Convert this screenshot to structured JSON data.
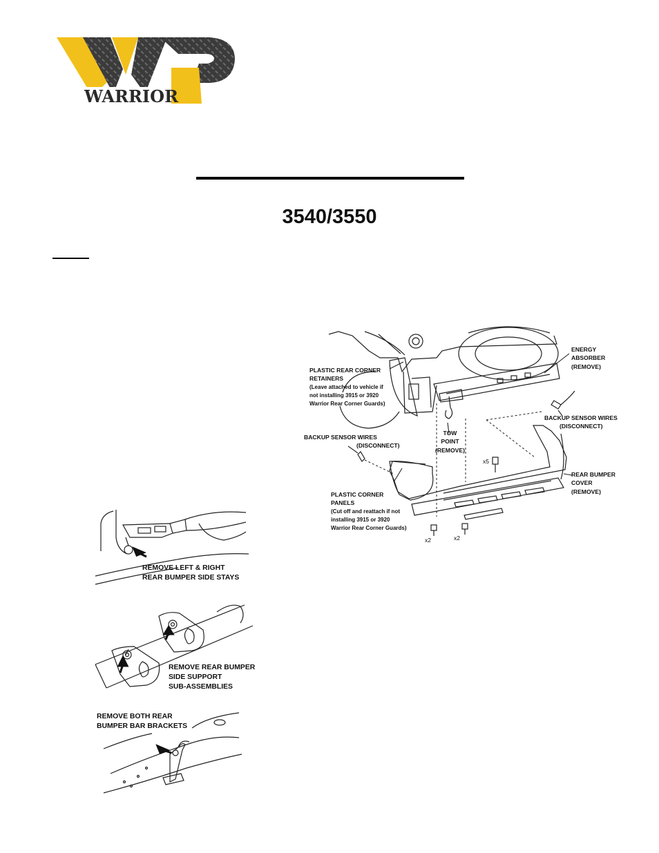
{
  "logo": {
    "text": "WARRIOR",
    "colors": {
      "gold": "#f4c21a",
      "steel": "#3a3a3a"
    }
  },
  "part_number": "3540/3550",
  "main_diagram": {
    "labels": {
      "energy_absorber": [
        "ENERGY",
        "ABSORBER",
        "(REMOVE)"
      ],
      "plastic_rear_corner": [
        "PLASTIC REAR CORNER",
        "RETAINERS",
        "(Leave attached to vehicle if",
        "not installing 3915 or 3920",
        "Warrior Rear Corner Guards)"
      ],
      "backup_sensor_right": [
        "BACKUP SENSOR WIRES",
        "(DISCONNECT)"
      ],
      "backup_sensor_left": [
        "BACKUP SENSOR WIRES",
        "(DISCONNECT)"
      ],
      "tow_point": [
        "TOW",
        "POINT",
        "(REMOVE)"
      ],
      "x5": "x5",
      "rear_bumper_cover": [
        "REAR BUMPER",
        "COVER",
        "(REMOVE)"
      ],
      "plastic_corner_panels": [
        "PLASTIC CORNER",
        "PANELS",
        "(Cut off and reattach if not",
        "installing 3915 or 3920",
        "Warrior Rear Corner Guards)"
      ],
      "x2_left": "x2",
      "x2_right": "x2"
    }
  },
  "side_stays": {
    "lines": [
      "REMOVE LEFT & RIGHT",
      "REAR BUMPER SIDE STAYS"
    ]
  },
  "side_support": {
    "lines": [
      "REMOVE REAR BUMPER",
      "SIDE SUPPORT",
      "SUB-ASSEMBLIES"
    ]
  },
  "bar_brackets": {
    "lines": [
      "REMOVE BOTH REAR",
      "BUMPER BAR BRACKETS"
    ]
  }
}
